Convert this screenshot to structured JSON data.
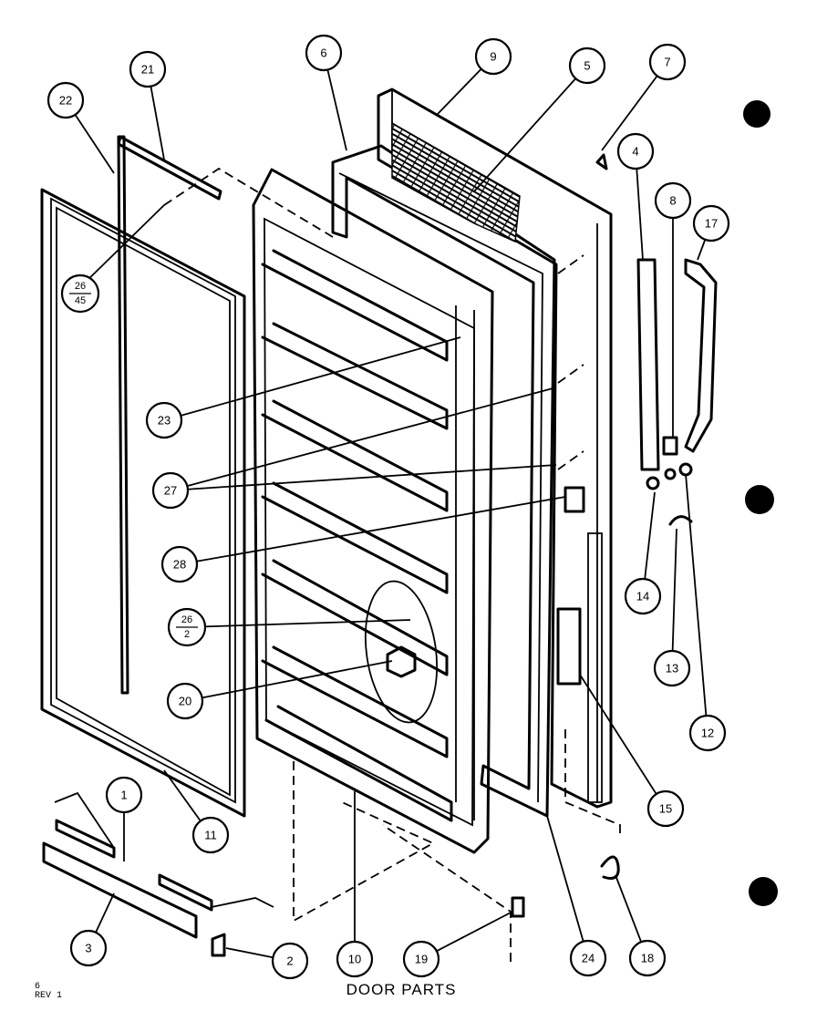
{
  "title": "DOOR PARTS",
  "page_code": "6",
  "revision": "REV 1",
  "callouts": [
    {
      "id": "1",
      "label": "1"
    },
    {
      "id": "2",
      "label": "2"
    },
    {
      "id": "3",
      "label": "3"
    },
    {
      "id": "4",
      "label": "4"
    },
    {
      "id": "5",
      "label": "5"
    },
    {
      "id": "6",
      "label": "6"
    },
    {
      "id": "7",
      "label": "7"
    },
    {
      "id": "8",
      "label": "8"
    },
    {
      "id": "9",
      "label": "9"
    },
    {
      "id": "10",
      "label": "10"
    },
    {
      "id": "11",
      "label": "11"
    },
    {
      "id": "12",
      "label": "12"
    },
    {
      "id": "13",
      "label": "13"
    },
    {
      "id": "14",
      "label": "14"
    },
    {
      "id": "15",
      "label": "15"
    },
    {
      "id": "17",
      "label": "17"
    },
    {
      "id": "18",
      "label": "18"
    },
    {
      "id": "19",
      "label": "19"
    },
    {
      "id": "20",
      "label": "20"
    },
    {
      "id": "21",
      "label": "21"
    },
    {
      "id": "22",
      "label": "22"
    },
    {
      "id": "23",
      "label": "23"
    },
    {
      "id": "24",
      "label": "24"
    },
    {
      "id": "27",
      "label": "27"
    },
    {
      "id": "28",
      "label": "28"
    }
  ],
  "fraction_callouts": [
    {
      "id": "26-45",
      "top": "26",
      "bottom": "45"
    },
    {
      "id": "26-2",
      "top": "26",
      "bottom": "2"
    }
  ]
}
